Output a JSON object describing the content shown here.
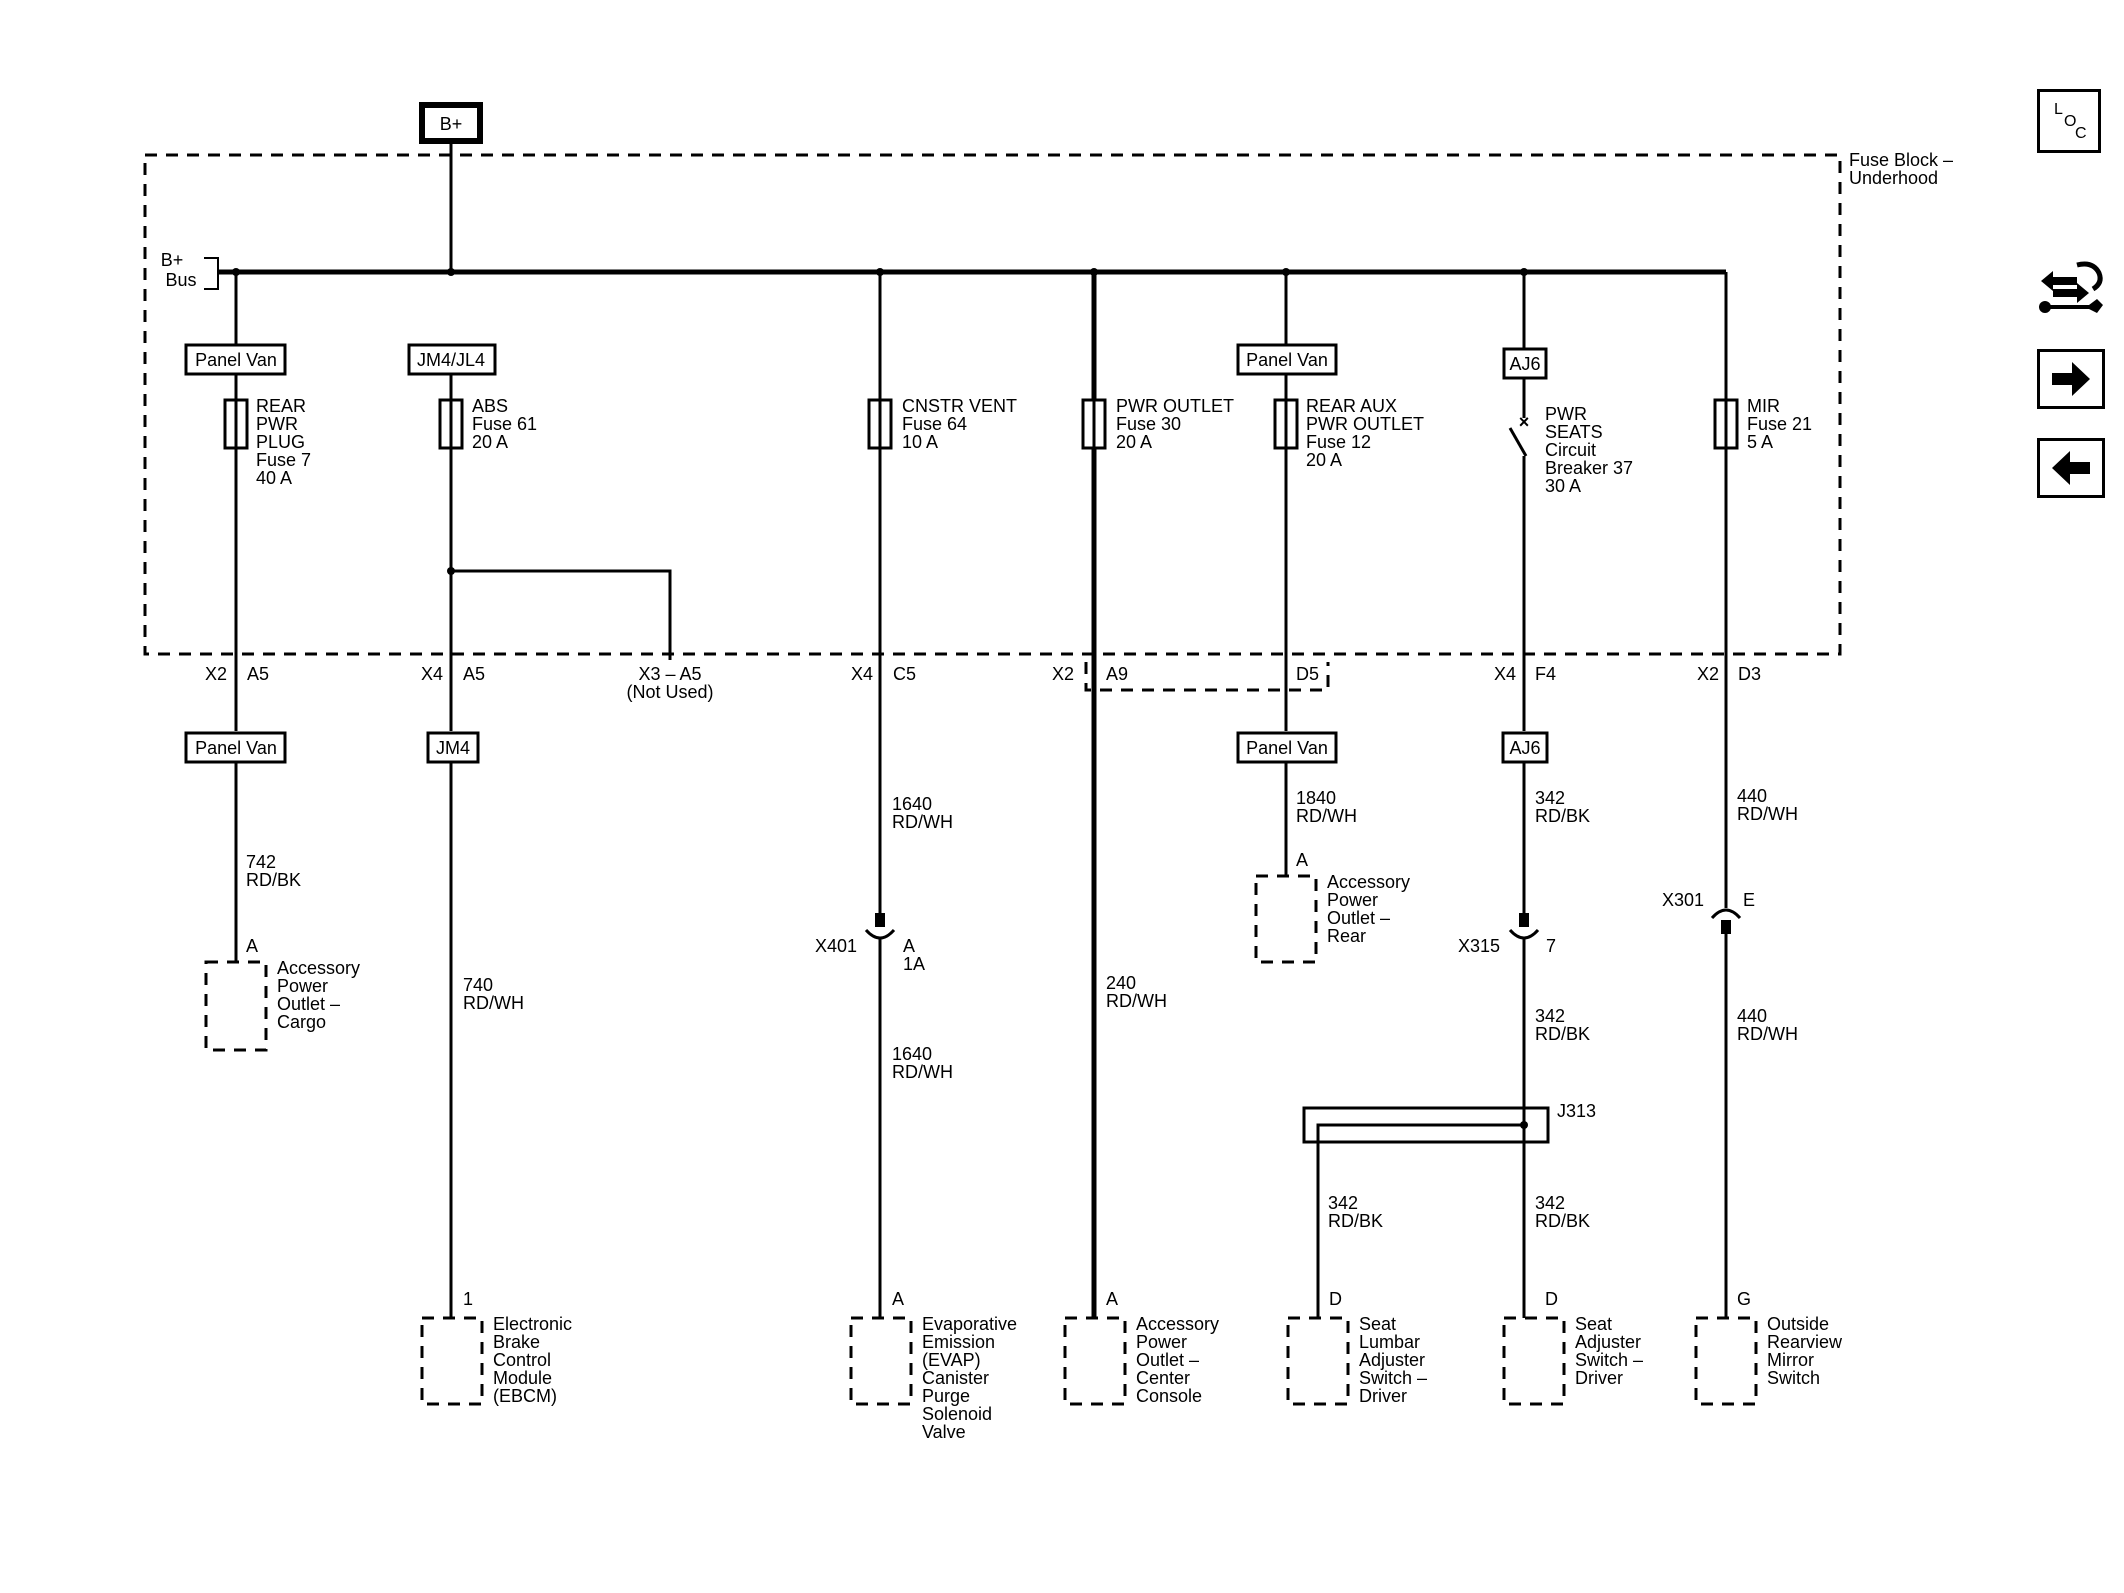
{
  "source": {
    "label": "B+"
  },
  "fuse_block": {
    "line1": "Fuse Block –",
    "line2": "Underhood",
    "bus_line1": "B+",
    "bus_line2": "Bus"
  },
  "nav": {
    "loc_icon": "loc-icon",
    "tool_icon": "wrench-swap-icon",
    "next_icon": "arrow-right-icon",
    "prev_icon": "arrow-left-icon",
    "loc_l": "L",
    "loc_o": "O",
    "loc_c": "C"
  },
  "circuits": {
    "rear_pwr": {
      "option_top": "Panel Van",
      "fuse": [
        "REAR",
        "PWR",
        "PLUG",
        "Fuse 7",
        "40 A"
      ],
      "conn_left": "X2",
      "conn_right": "A5",
      "option_bottom": "Panel Van",
      "wire": [
        "742",
        "RD/BK"
      ],
      "pin": "A",
      "component": [
        "Accessory",
        "Power",
        "Outlet –",
        "Cargo"
      ]
    },
    "abs": {
      "option_top": "JM4/JL4",
      "fuse": [
        "ABS",
        "Fuse 61",
        "20 A"
      ],
      "conn_left": "X4",
      "conn_right": "A5",
      "branch_conn": "X3 – A5",
      "branch_note": "(Not Used)",
      "option_bottom": "JM4",
      "wire": [
        "740",
        "RD/WH"
      ],
      "pin": "1",
      "component": [
        "Electronic",
        "Brake",
        "Control",
        "Module",
        "(EBCM)"
      ]
    },
    "cnstr_vent": {
      "fuse": [
        "CNSTR VENT",
        "Fuse 64",
        "10 A"
      ],
      "conn_left": "X4",
      "conn_right": "C5",
      "wire_top": [
        "1640",
        "RD/WH"
      ],
      "inline_conn": "X401",
      "inline_pins": [
        "A",
        "1A"
      ],
      "wire_bottom": [
        "1640",
        "RD/WH"
      ],
      "pin": "A",
      "component": [
        "Evaporative",
        "Emission",
        "(EVAP)",
        "Canister",
        "Purge",
        "Solenoid",
        "Valve"
      ]
    },
    "pwr_outlet": {
      "fuse": [
        "PWR OUTLET",
        "Fuse 30",
        "20 A"
      ],
      "conn_left": "X2",
      "conn_right": "A9",
      "wire": [
        "240",
        "RD/WH"
      ],
      "pin": "A",
      "component": [
        "Accessory",
        "Power",
        "Outlet –",
        "Center",
        "Console"
      ]
    },
    "rear_aux": {
      "option_top": "Panel Van",
      "fuse": [
        "REAR AUX",
        "PWR OUTLET",
        "Fuse 12",
        "20 A"
      ],
      "conn_right": "D5",
      "option_bottom": "Panel Van",
      "wire": [
        "1840",
        "RD/WH"
      ],
      "pin": "A",
      "component": [
        "Accessory",
        "Power",
        "Outlet –",
        "Rear"
      ]
    },
    "pwr_seats": {
      "option_top": "AJ6",
      "breaker": [
        "PWR",
        "SEATS",
        "Circuit",
        "Breaker 37",
        "30 A"
      ],
      "conn_left": "X4",
      "conn_right": "F4",
      "option_bottom": "AJ6",
      "wire_top": [
        "342",
        "RD/BK"
      ],
      "inline_conn": "X315",
      "inline_pin": "7",
      "wire_mid": [
        "342",
        "RD/BK"
      ],
      "splice": "J313",
      "wire_left": [
        "342",
        "RD/BK"
      ],
      "wire_right": [
        "342",
        "RD/BK"
      ],
      "pin_left": "D",
      "component_left": [
        "Seat",
        "Lumbar",
        "Adjuster",
        "Switch –",
        "Driver"
      ],
      "pin_right": "D",
      "component_right": [
        "Seat",
        "Adjuster",
        "Switch –",
        "Driver"
      ]
    },
    "mir": {
      "fuse": [
        "MIR",
        "Fuse 21",
        "5 A"
      ],
      "conn_left": "X2",
      "conn_right": "D3",
      "wire_top": [
        "440",
        "RD/WH"
      ],
      "inline_conn": "X301",
      "inline_pin": "E",
      "wire_bottom": [
        "440",
        "RD/WH"
      ],
      "pin": "G",
      "component": [
        "Outside",
        "Rearview",
        "Mirror",
        "Switch"
      ]
    }
  }
}
